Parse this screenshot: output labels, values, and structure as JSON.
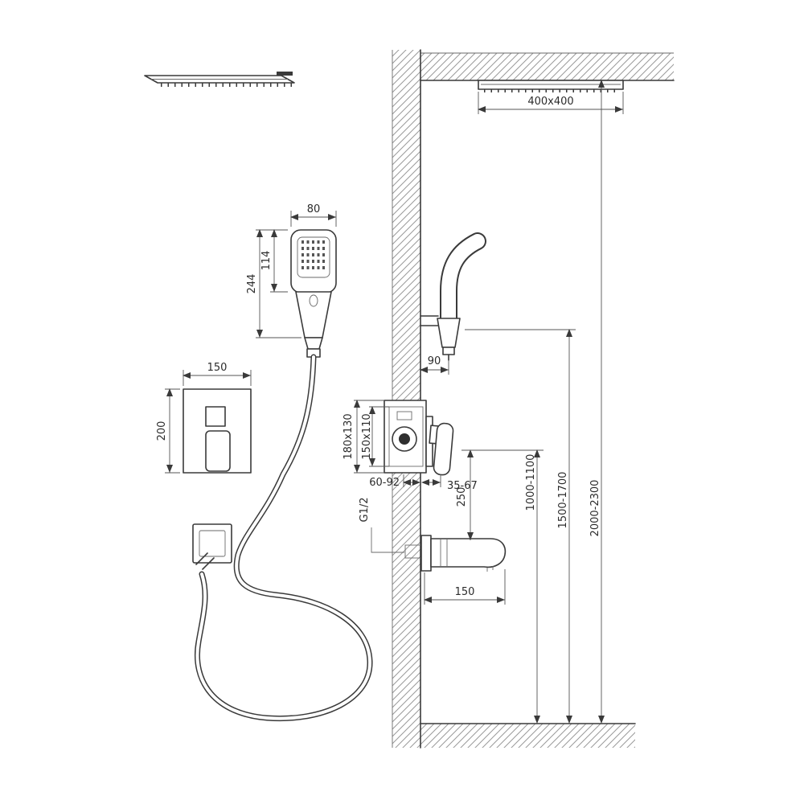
{
  "page": {
    "background": "#ffffff"
  },
  "colors": {
    "line": "#3a3a3a",
    "dimension": "#555555",
    "hatch": "#9a9a9a",
    "background": "#ffffff"
  },
  "drawing": {
    "labels": {
      "rain_head_size": "400x400",
      "hand_width": "80",
      "hand_head_length": "114",
      "hand_total_length": "244",
      "plate_width": "150",
      "plate_height": "200",
      "holder_offset": "90",
      "box_outer": "180x130",
      "box_inner": "150x110",
      "depth_range": "60-92",
      "trim_range": "35-67",
      "spout_drop": "250",
      "thread": "G1/2",
      "mixer_height": "1000-1100",
      "shower_height": "1500-1700",
      "head_height": "2000-2300",
      "spout_length": "150"
    }
  }
}
